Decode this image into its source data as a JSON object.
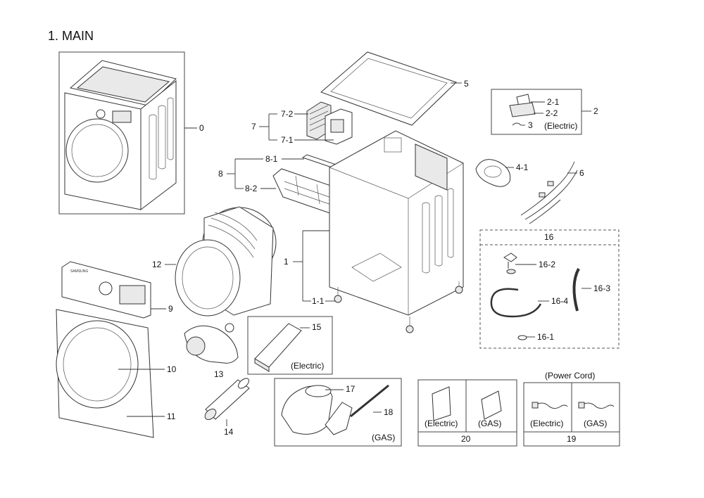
{
  "title": "1. MAIN",
  "callouts": {
    "p0": "0",
    "p1": "1",
    "p1_1": "1-1",
    "p2": "2",
    "p2_1": "2-1",
    "p2_2": "2-2",
    "p3": "3",
    "electric": "(Electric)",
    "p4_1": "4-1",
    "p5": "5",
    "p6": "6",
    "p7": "7",
    "p7_1": "7-1",
    "p7_2": "7-2",
    "p8": "8",
    "p8_1": "8-1",
    "p8_2": "8-2",
    "p9": "9",
    "p10": "10",
    "p11": "11",
    "p12": "12",
    "p13": "13",
    "p14": "14",
    "p15": "15",
    "p16": "16",
    "p16_1": "16-1",
    "p16_2": "16-2",
    "p16_3": "16-3",
    "p16_4": "16-4",
    "p17": "17",
    "p18": "18",
    "gas": "(GAS)",
    "p19": "19",
    "p20": "20",
    "power_cord": "(Power Cord)"
  },
  "labels_gas_upper": "(GAS)",
  "brand": "SAMSUNG"
}
